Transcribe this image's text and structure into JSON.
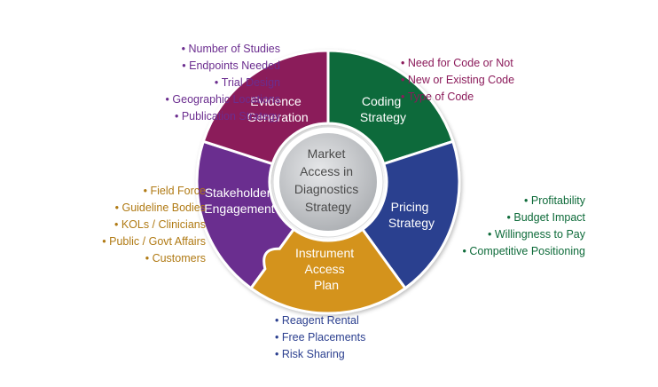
{
  "center": {
    "lines": [
      "Market",
      "Access in",
      "Diagnostics",
      "Strategy"
    ]
  },
  "segments": {
    "evidence": {
      "label_lines": [
        "Evidence",
        "Generation"
      ],
      "color": "#6b2d8f",
      "bullets": [
        "Number of Studies",
        "Endpoints Needed",
        "Trial Design",
        "Geographic Locations",
        "Publication Strategy"
      ]
    },
    "coding": {
      "label_lines": [
        "Coding",
        "Strategy"
      ],
      "color": "#8b1a5a",
      "bullets": [
        "Need for Code or Not",
        "New or Existing Code",
        "Type of Code"
      ]
    },
    "pricing": {
      "label_lines": [
        "Pricing",
        "Strategy"
      ],
      "color": "#0e6b3a",
      "bullets": [
        "Profitability",
        "Budget Impact",
        "Willingness to Pay",
        "Competitive Positioning"
      ]
    },
    "instrument": {
      "label_lines": [
        "Instrument",
        "Access",
        "Plan"
      ],
      "color": "#2b3f8f",
      "bullets": [
        "Reagent Rental",
        "Free Placements",
        "Risk Sharing"
      ]
    },
    "stakeholder": {
      "label_lines": [
        "Stakeholder",
        "Engagement"
      ],
      "color": "#d4931a",
      "bullets": [
        "Field Force",
        "Guideline Bodies",
        "KOLs / Clinicians",
        "Public / Govt Affairs",
        "Customers"
      ]
    }
  },
  "colors": {
    "evidence_text": "#6b2d8f",
    "coding_text": "#8b1a5a",
    "pricing_text": "#0e6b3a",
    "instrument_text": "#2b3f8f",
    "stakeholder_text": "#b07a14",
    "center_fill": "#c9cbcd"
  }
}
